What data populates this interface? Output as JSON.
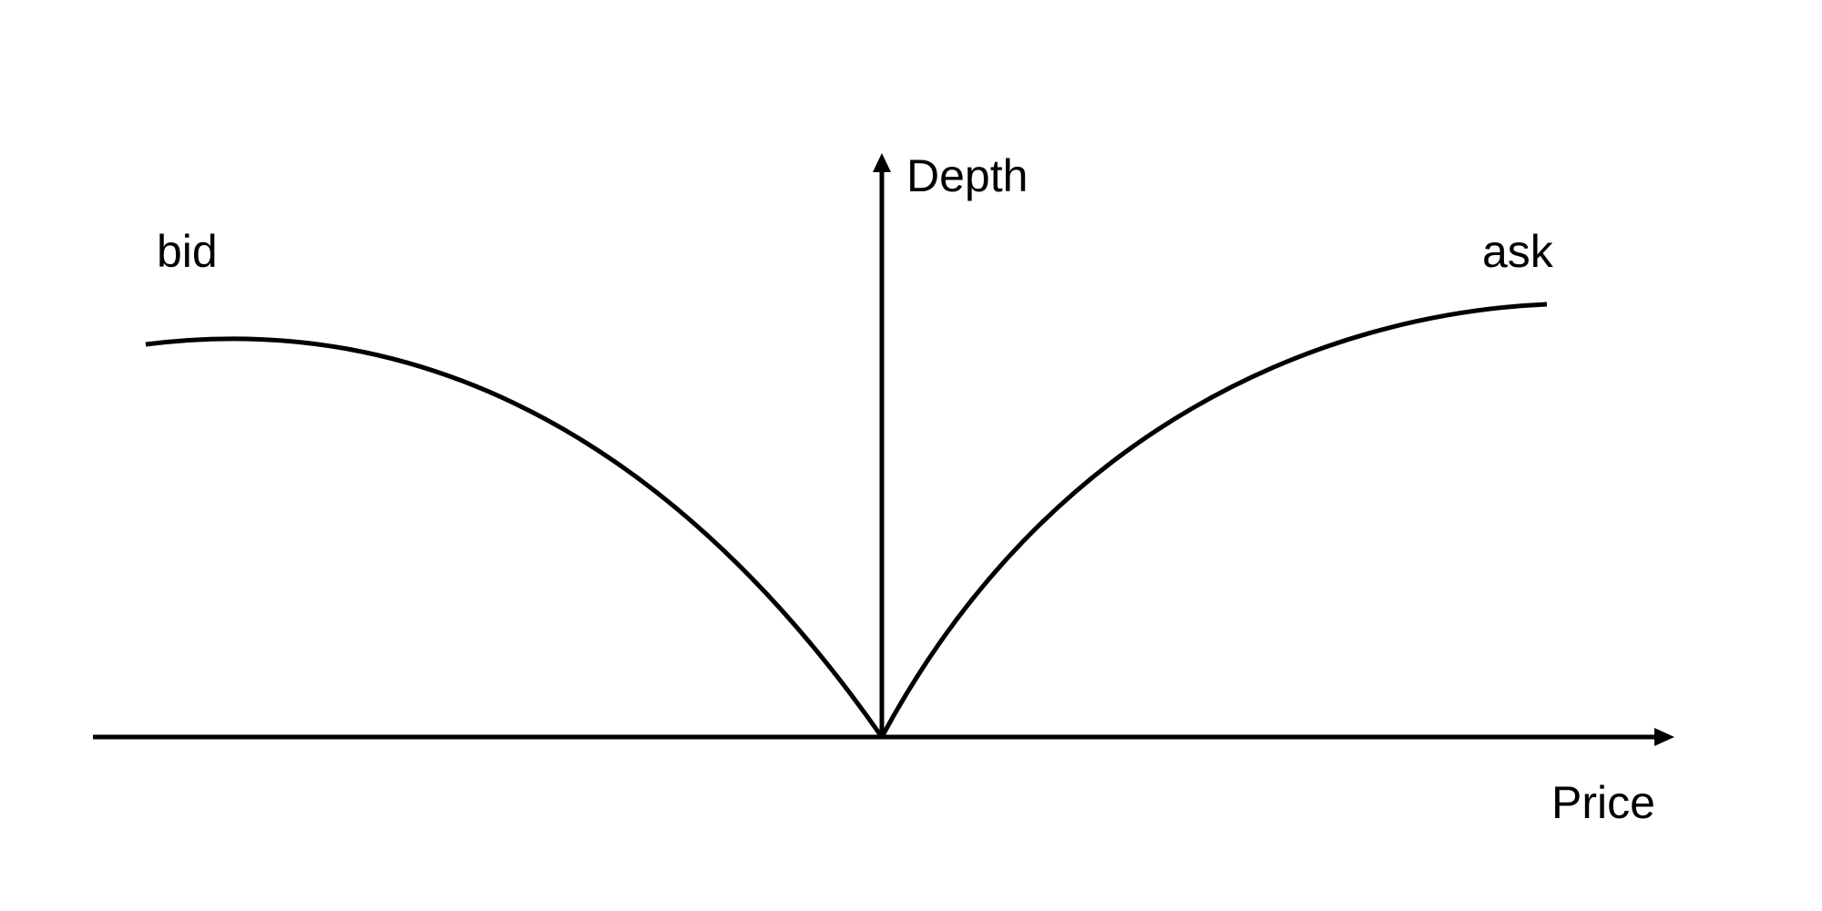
{
  "diagram": {
    "title": "",
    "x_axis_label": "Price",
    "y_axis_label": "Depth",
    "bid_label": "bid",
    "ask_label": "ask",
    "line_color": "#000000",
    "background_color": "#ffffff"
  }
}
